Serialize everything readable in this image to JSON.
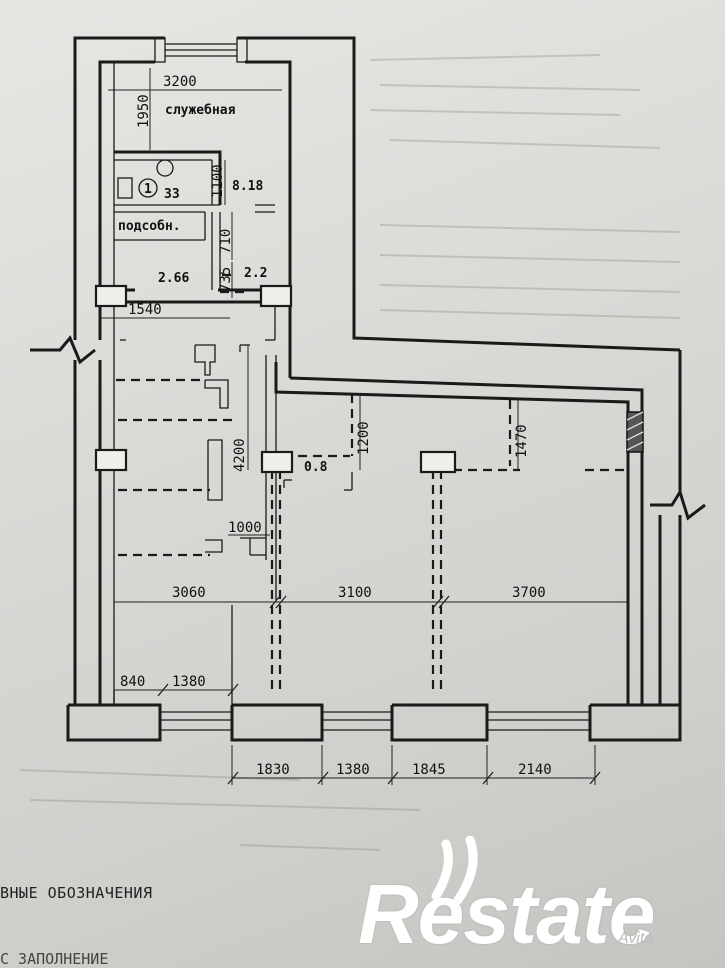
{
  "rooms": {
    "service": "служебная",
    "utility": "подсобн.",
    "wc_number": "1",
    "wc_area": "33",
    "area_818": "8.18",
    "area_266": "2.66",
    "area_22": "2.2",
    "area_08": "0.8"
  },
  "dimensions": {
    "d3200": "3200",
    "d1950": "1950",
    "d1100": "1100",
    "d710": "710",
    "d735": "735",
    "d1540": "1540",
    "d4200": "4200",
    "d1200": "1200",
    "d1470": "1470",
    "d1000": "1000",
    "d3060": "3060",
    "d3100": "3100",
    "d3700": "3700",
    "d840": "840",
    "d1380_top": "1380",
    "d1830": "1830",
    "d1380_bottom": "1380",
    "d1845": "1845",
    "d2140": "2140"
  },
  "legend": {
    "title": "ВНЫЕ ОБОЗНАЧЕНИЯ",
    "line2": "С ЗАПОЛНЕНИЕ"
  },
  "watermark": {
    "brand": "Restate",
    "source": "Avito"
  }
}
